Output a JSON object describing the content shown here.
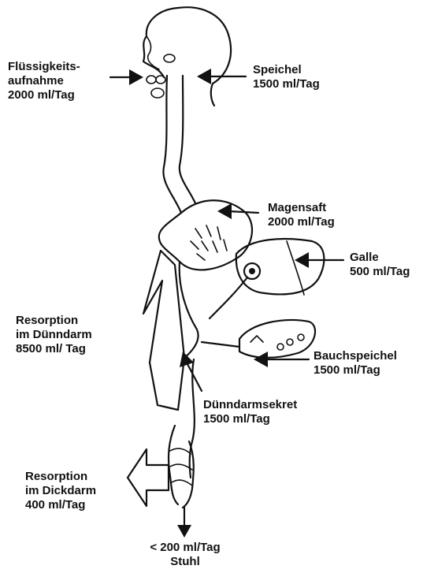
{
  "labels": {
    "fluid_intake": [
      "Flüssigkeits-",
      "aufnahme",
      "2000 ml/Tag"
    ],
    "saliva": [
      "Speichel",
      "1500 ml/Tag"
    ],
    "gastric_juice": [
      "Magensaft",
      "2000 ml/Tag"
    ],
    "bile": [
      "Galle",
      "500 ml/Tag"
    ],
    "absorption_small_intestine": [
      "Resorption",
      "im Dünndarm",
      "8500 ml/ Tag"
    ],
    "pancreatic_juice": [
      "Bauchspeichel",
      "1500 ml/Tag"
    ],
    "intestinal_secretion": [
      "Dünndarmsekret",
      "1500 ml/Tag"
    ],
    "absorption_large_intestine": [
      "Resorption",
      "im Dickdarm",
      "400 ml/Tag"
    ],
    "stool": [
      "< 200 ml/Tag",
      "Stuhl"
    ]
  }
}
